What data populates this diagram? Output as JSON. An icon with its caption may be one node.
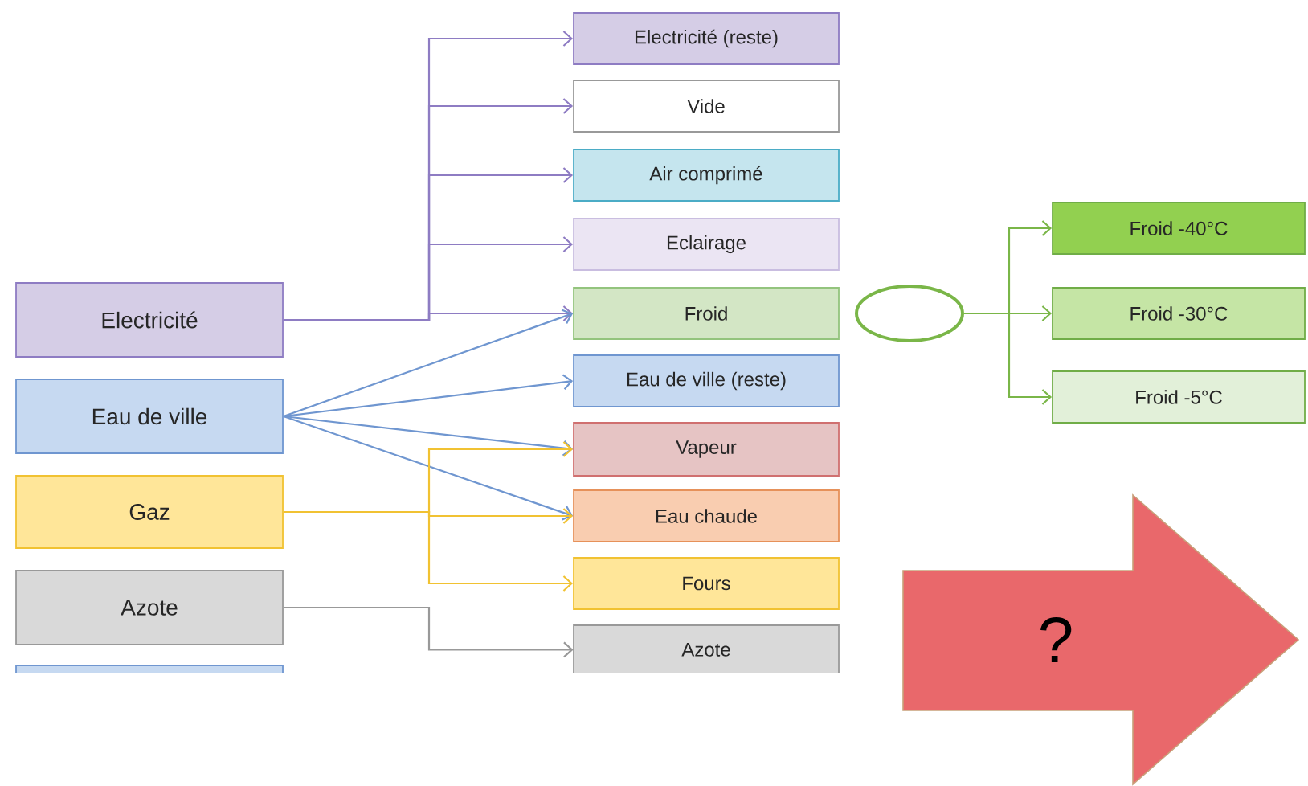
{
  "diagram": {
    "nodes": [
      {
        "text": [
          "Electricité"
        ]
      },
      {
        "text": [
          "Eau de ville"
        ]
      },
      {
        "text": [
          "Gaz"
        ]
      },
      {
        "text": [
          "Azote"
        ]
      },
      {
        "text": [],
        "shape": "box"
      },
      {
        "text": [
          "Electricité (reste)"
        ]
      },
      {
        "text": [
          "Vide"
        ]
      },
      {
        "text": [
          "Air comprimé"
        ]
      },
      {
        "text": [
          "Eclairage"
        ]
      },
      {
        "text": [
          "Froid"
        ]
      },
      {
        "text": [
          "Eau de ville (reste)"
        ]
      },
      {
        "text": [
          "Vapeur"
        ]
      },
      {
        "text": [
          "Eau chaude"
        ]
      },
      {
        "text": [
          "Fours"
        ]
      },
      {
        "text": [
          "Azote"
        ]
      },
      {
        "text": [],
        "shape": "circle"
      },
      {
        "text": [
          "Froid -40°C"
        ]
      },
      {
        "text": [
          "Froid -30°C"
        ]
      },
      {
        "text": [
          "Froid -5°C"
        ]
      },
      {
        "text": [
          "?"
        ]
      }
    ],
    "edges": [
      {
        "from": 0,
        "to": 5,
        "arrow": "to",
        "color": "#8e7cc3"
      },
      {
        "from": 0,
        "to": 6,
        "arrow": "to",
        "color": "#8e7cc3"
      },
      {
        "from": 0,
        "to": 7,
        "arrow": "to",
        "color": "#8e7cc3"
      },
      {
        "from": 0,
        "to": 8,
        "arrow": "to",
        "color": "#8e7cc3"
      },
      {
        "from": 0,
        "to": 9,
        "arrow": "to",
        "color": "#8e7cc3"
      },
      {
        "from": 1,
        "to": 9,
        "arrow": "to",
        "color": "#6f96d0"
      },
      {
        "from": 1,
        "to": 10,
        "arrow": "to",
        "color": "#6f96d0"
      },
      {
        "from": 1,
        "to": 11,
        "arrow": "to",
        "color": "#6f96d0"
      },
      {
        "from": 1,
        "to": 12,
        "arrow": "to",
        "color": "#6f96d0"
      },
      {
        "from": 2,
        "to": 11,
        "arrow": "to",
        "color": "#f1c232"
      },
      {
        "from": 2,
        "to": 12,
        "arrow": "to",
        "color": "#f1c232"
      },
      {
        "from": 2,
        "to": 13,
        "arrow": "to",
        "color": "#f1c232"
      },
      {
        "from": 3,
        "to": 14,
        "arrow": "to",
        "color": "#999999"
      },
      {
        "from": 15,
        "to": 16,
        "arrow": "to",
        "color": "#7ab648"
      },
      {
        "from": 15,
        "to": 17,
        "arrow": "to",
        "color": "#7ab648"
      },
      {
        "from": 15,
        "to": 18,
        "arrow": "to",
        "color": "#7ab648"
      }
    ]
  }
}
